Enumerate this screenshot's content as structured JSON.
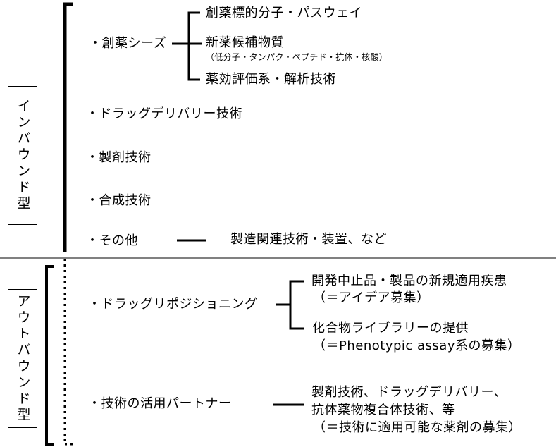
{
  "inbound": {
    "label": "インバウンド型",
    "items": {
      "drug_seeds": "・創薬シーズ",
      "seeds_sub": {
        "target": "創薬標的分子・パスウェイ",
        "candidate": "新薬候補物質",
        "candidate_note": "（低分子・タンパク・ペプチド・抗体・核酸）",
        "evaluation": "薬効評価系・解析技術"
      },
      "dds": "・ドラッグデリバリー技術",
      "formulation": "・製剤技術",
      "synthesis": "・合成技術",
      "other": "・その他",
      "other_detail": "製造関連技術・装置、など"
    }
  },
  "outbound": {
    "label": "アウトバウンド型",
    "items": {
      "repositioning": "・ドラッグリポジショニング",
      "repo_sub": {
        "first_line": "開発中止品・製品の新規適用疾患",
        "first_note": "（＝アイデア募集）",
        "second_line": "化合物ライブラリーの提供",
        "second_note": "（＝Phenotypic assay系の募集）"
      },
      "partner": "・技術の活用パートナー",
      "partner_sub": {
        "line1": "製剤技術、ドラッグデリバリー、",
        "line2": "抗体薬物複合体技術、等",
        "line3": "（＝技術に適用可能な薬剤の募集）"
      }
    }
  }
}
